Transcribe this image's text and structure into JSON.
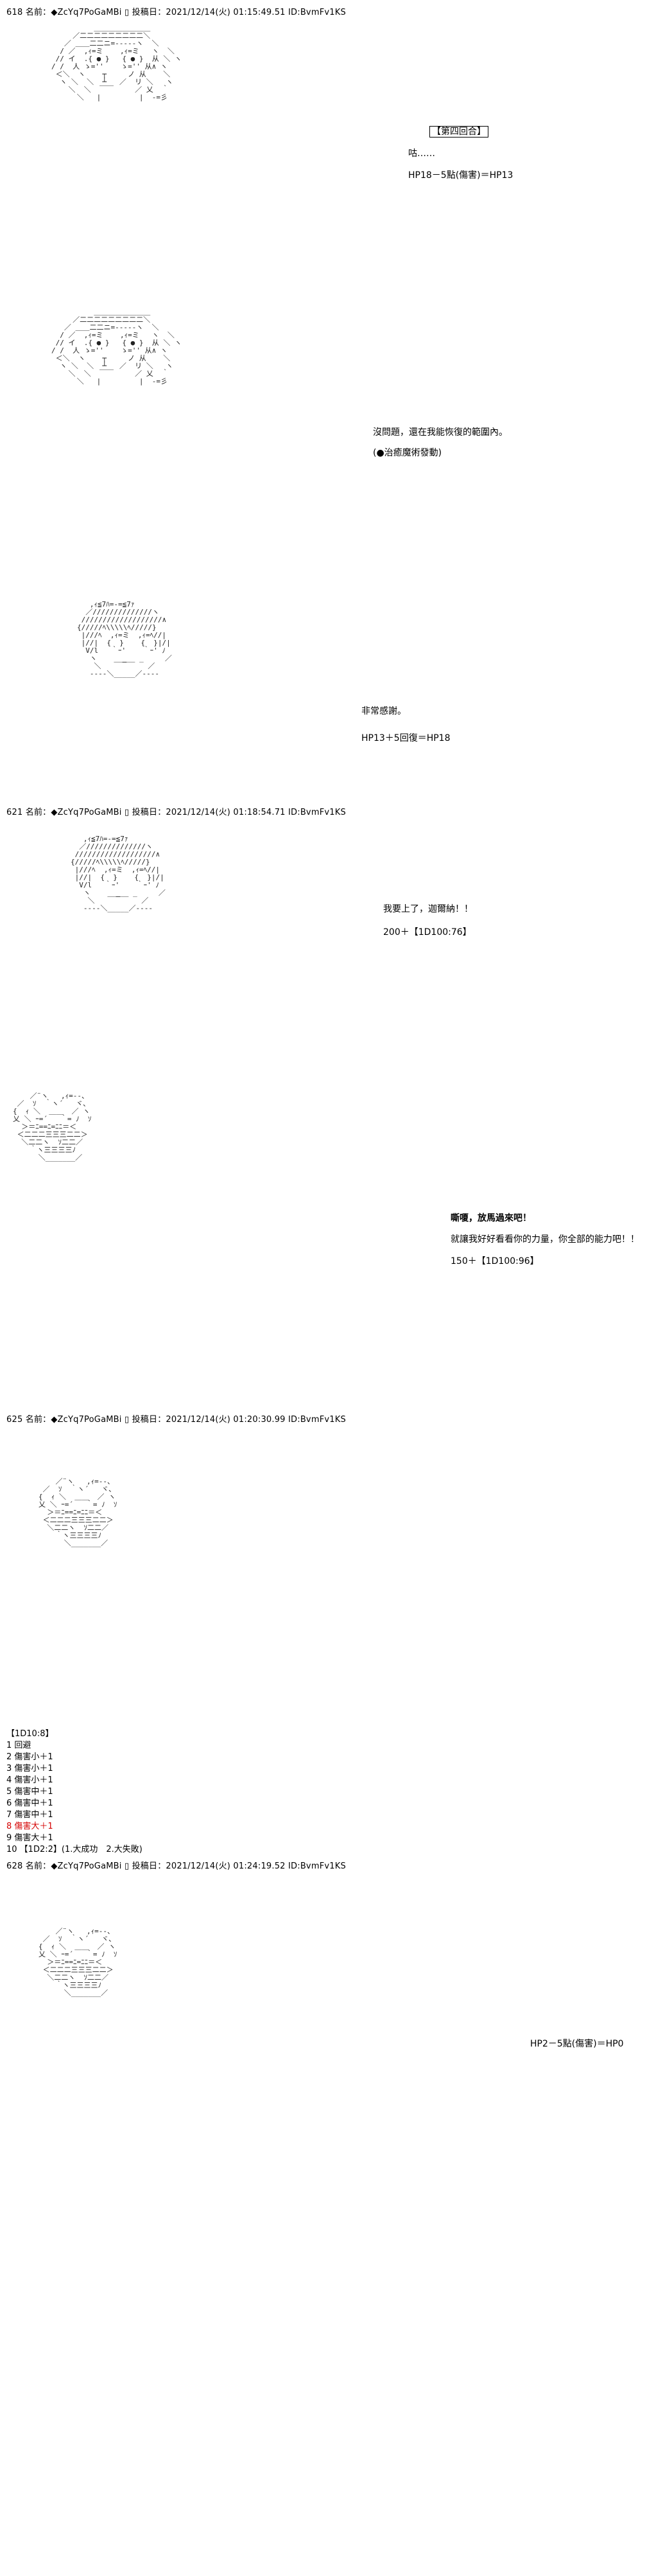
{
  "posts": [
    {
      "id": "618",
      "header": "618 名前：◆ZcYq7PoGaMBi ▯ 投稿日：2021/12/14(火) 01:15:49.51 ID:BvmFv1KS"
    },
    {
      "id": "621",
      "header": "621 名前：◆ZcYq7PoGaMBi ▯ 投稿日：2021/12/14(火) 01:18:54.71 ID:BvmFv1KS"
    },
    {
      "id": "625",
      "header": "625 名前：◆ZcYq7PoGaMBi ▯ 投稿日：2021/12/14(火) 01:20:30.99 ID:BvmFv1KS"
    },
    {
      "id": "628",
      "header": "628 名前：◆ZcYq7PoGaMBi ▯ 投稿日：2021/12/14(火) 01:24:19.52 ID:BvmFv1KS"
    }
  ],
  "dialogue": {
    "p1_round": "【第四回合】",
    "p1_line": "咕……",
    "p1_hp": "HP18－5點(傷害)＝HP13",
    "p2_line": "沒問題，還在我能恢復的範圍內。",
    "p2_action": "(●治癒魔術發動)",
    "p3_line": "非常感謝。",
    "p3_hp": "HP13＋5回復＝HP18",
    "p4_line": "我要上了，迦爾納！！",
    "p4_roll": "200＋【1D100:76】",
    "p5_name": "嘶嗄，放馬過來吧！",
    "p5_line": "就讓我好好看看你的力量，你全部的能力吧！！",
    "p5_roll": "150＋【1D100:96】",
    "p7_hp": "HP2－5點(傷害)＝HP0"
  },
  "roll_table": {
    "title": "【1D10:8】",
    "items": [
      "1 回避",
      "2 傷害小＋1",
      "3 傷害小＋1",
      "4 傷害小＋1",
      "5 傷害中＋1",
      "6 傷害中＋1",
      "7 傷害中＋1",
      "8 傷害大＋1",
      "9 傷害大＋1",
      "10 【1D2:2】(1.大成功　2.大失敗)"
    ]
  },
  "art": {
    "a1": "          ＿＿＿＿＿＿＿＿\n     ／二二二二二二二二二＼\n   ／ ＿＿二二ニ=-‐‐‐‐ヽ  ＼\n  / ／  ,ｨ=ミ    ,ｨ=ミ   ヽ  ＼\n // イ  .{ ● }   { ● }  从 ＼ ヽ\n/ /  人 ゝ=''    ゝ='' 从∧ ヽ\n ＜＼  ヽ    ┬     ノ 从    ＼\n  ヽ ＼  ＼  ┴   ／  リ ＼   ヽ\n    ＼  ＼  ￣￣     ／ 乂  ｀\n      ＼   |         |  ‐=彡",
    "a2": "   ,ｨ≦7ﾊ=-=≦7ｧ\n  ／//////////////ヽ\n ///////////////////∧\n{/////ﾍ\\\\\\\\\\ﾍ/////}\n |///ﾍ  ,ｨ=ミ  ,ｨ=ﾍ//|\n |//|  {  }    {  }|/|\n  V/l   ｀ｰ'    ｀ｰ' ﾉ\n   ヽ      _   _     ／\n    ＼   ￣￣￣   ／\n   ‐‐‐‐＼_____／‐‐‐‐",
    "a3": "    ／¨ヽ   ,ｨ=‐-、\n ／  ｿ  ｀ヽ´   ヾ、\n{  ｨ ＼  ＿＿  ／ ヽ\n乂 ＼ ｰ=´   ｀= ﾉ  ｿ\n  ＞＝ﾆ==ﾆ=ﾆﾆ＝＜\n ＜二二二三三三二二＞\n  ＼二二ヽ  ｿ二二／\n    ｀ヽ三三三三ﾉ\n      ＼_______／"
  }
}
